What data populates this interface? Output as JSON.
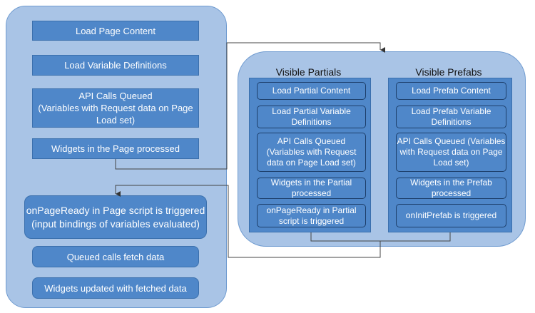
{
  "left_top": [
    "Load Page Content",
    "Load Variable Definitions",
    "API Calls Queued\n(Variables with Request data on Page Load set)",
    "Widgets in the Page processed"
  ],
  "left_bottom": [
    "onPageReady in Page script is triggered\n(input bindings of variables evaluated)",
    "Queued calls fetch data",
    "Widgets updated with fetched data"
  ],
  "partials": {
    "title": "Visible Partials",
    "steps": [
      "Load Partial Content",
      "Load Partial Variable Definitions",
      "API Calls Queued (Variables with Request data on Page Load set)",
      "Widgets in the Partial processed",
      "onPageReady in Partial script  is triggered"
    ]
  },
  "prefabs": {
    "title": "Visible Prefabs",
    "steps": [
      "Load Prefab Content",
      "Load Prefab Variable Definitions",
      "API Calls Queued (Variables with Request data on Page Load set)",
      "Widgets in the Prefab processed",
      "onInitPrefab is triggered"
    ]
  },
  "colors": {
    "panel": "#a9c4e6",
    "box": "#4f87c9",
    "text": "#ffffff"
  }
}
